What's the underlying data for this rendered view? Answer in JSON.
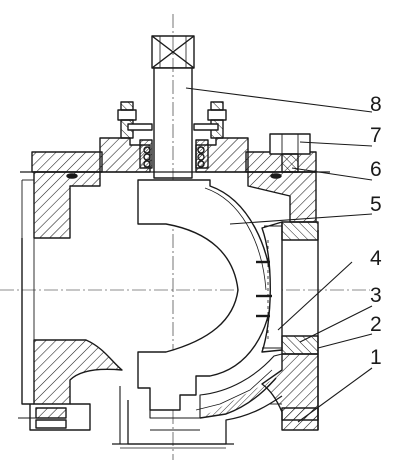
{
  "callouts": [
    {
      "id": "p8",
      "label": "8"
    },
    {
      "id": "p7",
      "label": "7"
    },
    {
      "id": "p6",
      "label": "6"
    },
    {
      "id": "p5",
      "label": "5"
    },
    {
      "id": "p4",
      "label": "4"
    },
    {
      "id": "p3",
      "label": "3"
    },
    {
      "id": "p2",
      "label": "2"
    },
    {
      "id": "p1",
      "label": "1"
    }
  ],
  "colors": {
    "line": "#1a1a1a",
    "background": "#ffffff"
  }
}
